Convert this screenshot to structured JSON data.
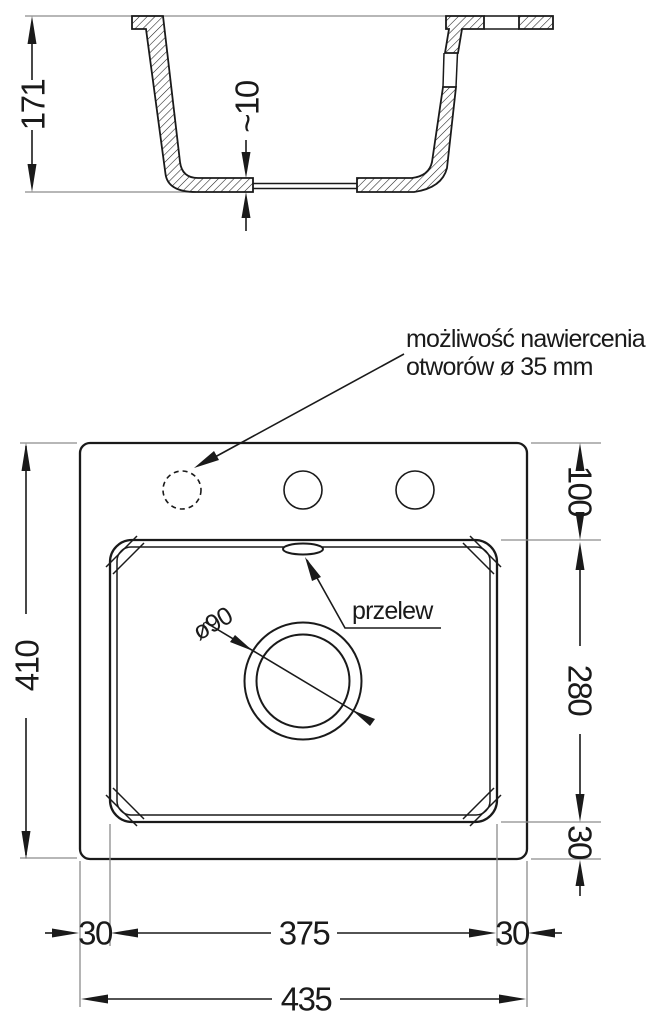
{
  "section": {
    "total_height": "171",
    "bottom_thickness": "~10"
  },
  "plan": {
    "note": {
      "line1": "możliwość nawiercenia",
      "line2": "otworów ø 35 mm"
    },
    "overflow_label": "przelew",
    "drain_label": "ø90",
    "dims": {
      "total_height": "410",
      "rim_to_bowl_top": "100",
      "bowl_length": "280",
      "bowl_to_bottom_edge": "30",
      "left_rim": "30",
      "bowl_width": "375",
      "right_rim": "30",
      "total_width": "435"
    }
  },
  "colors": {
    "line": "#1a1a1a",
    "reference": "#8c8c8c",
    "background": "#ffffff"
  }
}
